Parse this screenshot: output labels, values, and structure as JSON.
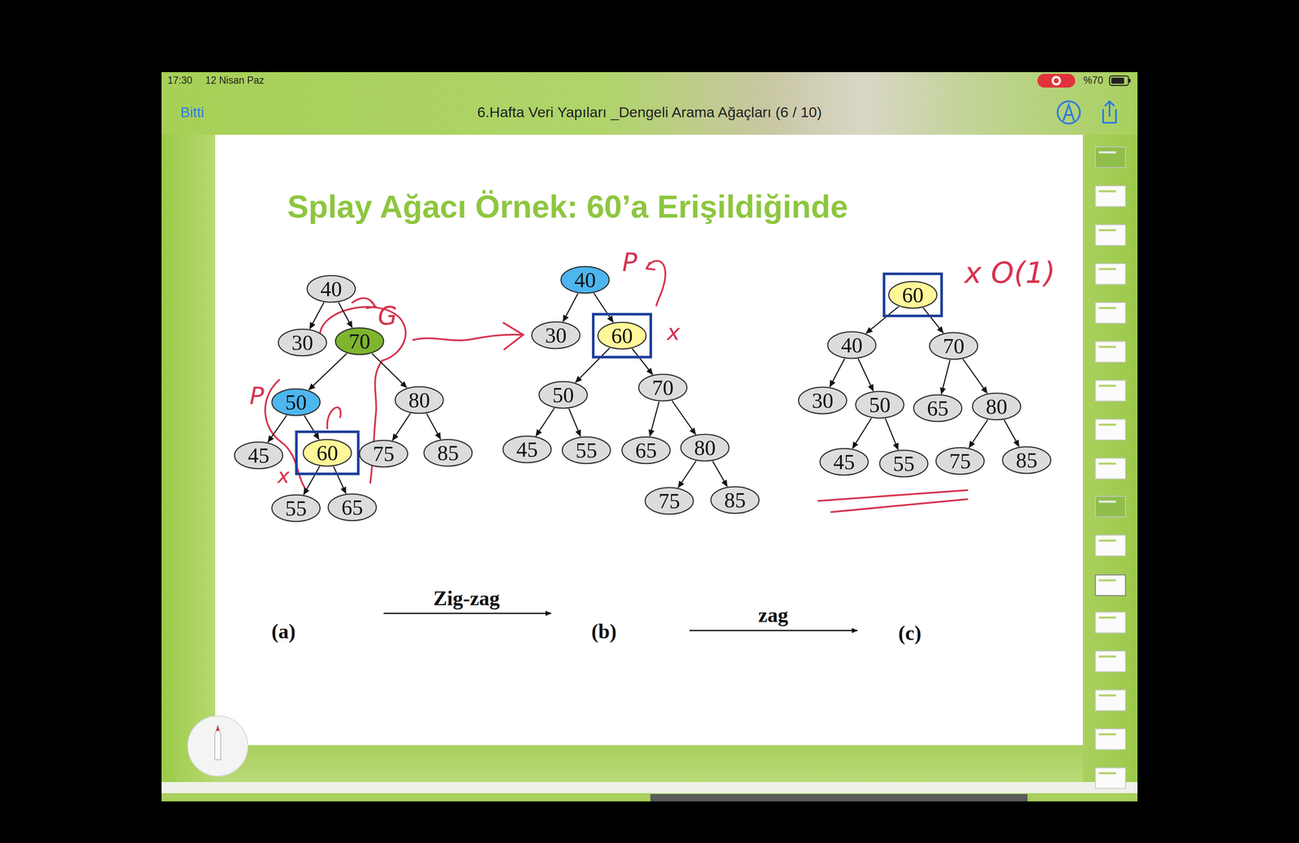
{
  "diagram": {
    "title": "Splay Ağacı Örnek: 60’a Erişildiğinde",
    "nodes": [
      {
        "text": [
          "40"
        ]
      },
      {
        "text": [
          "30"
        ]
      },
      {
        "text": [
          "70"
        ]
      },
      {
        "text": [
          "50"
        ]
      },
      {
        "text": [
          "80"
        ]
      },
      {
        "text": [
          "45"
        ]
      },
      {
        "text": [
          "60"
        ]
      },
      {
        "text": [
          "75"
        ]
      },
      {
        "text": [
          "85"
        ]
      },
      {
        "text": [
          "55"
        ]
      },
      {
        "text": [
          "65"
        ]
      },
      {
        "text": [
          "40"
        ]
      },
      {
        "text": [
          "30"
        ]
      },
      {
        "text": [
          "60"
        ]
      },
      {
        "text": [
          "50"
        ]
      },
      {
        "text": [
          "70"
        ]
      },
      {
        "text": [
          "45"
        ]
      },
      {
        "text": [
          "55"
        ]
      },
      {
        "text": [
          "65"
        ]
      },
      {
        "text": [
          "80"
        ]
      },
      {
        "text": [
          "75"
        ]
      },
      {
        "text": [
          "85"
        ]
      },
      {
        "text": [
          "60"
        ]
      },
      {
        "text": [
          "40"
        ]
      },
      {
        "text": [
          "70"
        ]
      },
      {
        "text": [
          "30"
        ]
      },
      {
        "text": [
          "50"
        ]
      },
      {
        "text": [
          "65"
        ]
      },
      {
        "text": [
          "80"
        ]
      },
      {
        "text": [
          "45"
        ]
      },
      {
        "text": [
          "55"
        ]
      },
      {
        "text": [
          "75"
        ]
      },
      {
        "text": [
          "85"
        ]
      }
    ],
    "edges": [
      {
        "from": 0,
        "to": 1,
        "arrow": "to"
      },
      {
        "from": 0,
        "to": 2,
        "arrow": "to"
      },
      {
        "from": 2,
        "to": 3,
        "arrow": "to"
      },
      {
        "from": 2,
        "to": 4,
        "arrow": "to"
      },
      {
        "from": 3,
        "to": 5,
        "arrow": "to"
      },
      {
        "from": 3,
        "to": 6,
        "arrow": "to"
      },
      {
        "from": 4,
        "to": 7,
        "arrow": "to"
      },
      {
        "from": 4,
        "to": 8,
        "arrow": "to"
      },
      {
        "from": 6,
        "to": 9,
        "arrow": "to"
      },
      {
        "from": 6,
        "to": 10,
        "arrow": "to"
      },
      {
        "from": 11,
        "to": 12,
        "arrow": "to"
      },
      {
        "from": 11,
        "to": 13,
        "arrow": "to"
      },
      {
        "from": 13,
        "to": 14,
        "arrow": "to"
      },
      {
        "from": 13,
        "to": 15,
        "arrow": "to"
      },
      {
        "from": 14,
        "to": 16,
        "arrow": "to"
      },
      {
        "from": 14,
        "to": 17,
        "arrow": "to"
      },
      {
        "from": 15,
        "to": 18,
        "arrow": "to"
      },
      {
        "from": 15,
        "to": 19,
        "arrow": "to"
      },
      {
        "from": 19,
        "to": 20,
        "arrow": "to"
      },
      {
        "from": 19,
        "to": 21,
        "arrow": "to"
      },
      {
        "from": 22,
        "to": 23,
        "arrow": "to"
      },
      {
        "from": 22,
        "to": 24,
        "arrow": "to"
      },
      {
        "from": 23,
        "to": 25,
        "arrow": "to"
      },
      {
        "from": 23,
        "to": 26,
        "arrow": "to"
      },
      {
        "from": 24,
        "to": 27,
        "arrow": "to"
      },
      {
        "from": 24,
        "to": 28,
        "arrow": "to"
      },
      {
        "from": 26,
        "to": 29,
        "arrow": "to"
      },
      {
        "from": 26,
        "to": 30,
        "arrow": "to"
      },
      {
        "from": 28,
        "to": 31,
        "arrow": "to"
      },
      {
        "from": 28,
        "to": 32,
        "arrow": "to"
      }
    ],
    "labels": [
      "17:30",
      "12 Nisan Paz",
      "%70",
      "Bitti",
      "6.Hafta Veri Yapıları _Dengeli Arama Ağaçları (6 / 10)",
      "Zig-zag",
      "zag",
      "(a)",
      "(b)",
      "(c)",
      "G",
      "P",
      "x",
      "P",
      "x",
      "x O(1)"
    ]
  }
}
